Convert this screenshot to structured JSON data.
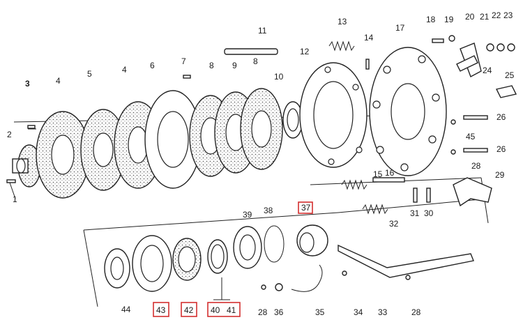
{
  "labels": {
    "l1": "1",
    "l2": "2",
    "l3": "3",
    "l4a": "4",
    "l4b": "4",
    "l5": "5",
    "l6": "6",
    "l7": "7",
    "l8a": "8",
    "l8b": "8",
    "l9": "9",
    "l10": "10",
    "l11": "11",
    "l12": "12",
    "l13": "13",
    "l14": "14",
    "l15": "15",
    "l16": "16",
    "l17": "17",
    "l18": "18",
    "l19": "19",
    "l20": "20",
    "l21": "21",
    "l22": "22",
    "l23": "23",
    "l24": "24",
    "l25": "25",
    "l26a": "26",
    "l26b": "26",
    "l28a": "28",
    "l28b": "28",
    "l28c": "28",
    "l29": "29",
    "l30": "30",
    "l31": "31",
    "l32": "32",
    "l33": "33",
    "l34": "34",
    "l35": "35",
    "l36": "36",
    "l37": "37",
    "l38": "38",
    "l39": "39",
    "l40": "40",
    "l41": "41",
    "l42": "42",
    "l43": "43",
    "l44": "44",
    "l45": "45"
  },
  "highlighted_parts": [
    "37",
    "43",
    "42",
    "40",
    "41"
  ],
  "colors": {
    "highlight": "#d32f2f",
    "ink": "#222222",
    "paper": "#ffffff"
  }
}
